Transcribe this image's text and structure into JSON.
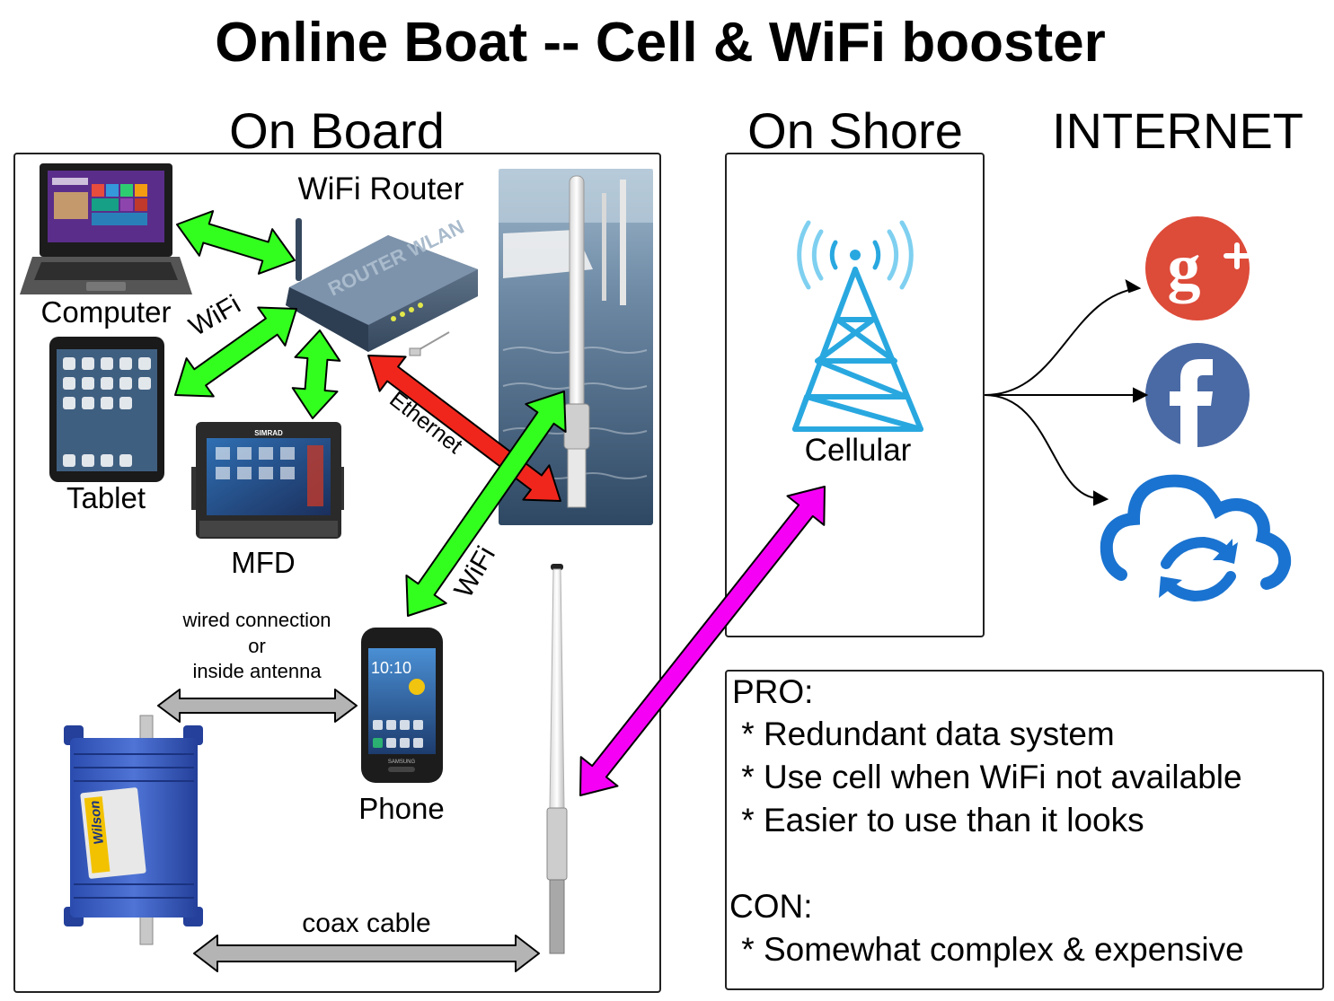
{
  "title": "Online Boat -- Cell & WiFi booster",
  "sections": {
    "on_board": "On Board",
    "on_shore": "On Shore",
    "internet": "INTERNET"
  },
  "nodes": {
    "computer": "Computer",
    "tablet": "Tablet",
    "mfd": "MFD",
    "router": "WiFi Router",
    "phone": "Phone",
    "cellular": "Cellular"
  },
  "device_text": {
    "router_brand": "ROUTER WLAN",
    "mfd_brand": "SIMRAD",
    "amp_brand": "Wilson",
    "phone_time": "10:10",
    "phone_brand": "SAMSUNG"
  },
  "edges": {
    "wifi_router": "WiFi",
    "ethernet": "Ethernet",
    "wifi_antenna": "WiFi",
    "wired_line1": "wired connection",
    "wired_line2": "or",
    "wired_line3": "inside antenna",
    "coax": "coax cable"
  },
  "pro_con": {
    "pro_heading": "PRO:",
    "pros": [
      " * Redundant data system",
      " * Use cell when WiFi not available",
      " * Easier to use than it looks"
    ],
    "con_heading": "CON:",
    "cons": [
      " * Somewhat complex & expensive"
    ]
  },
  "colors": {
    "wifi_arrow": "#33ff1f",
    "ethernet_arrow": "#f0261c",
    "cell_arrow": "#f500f5",
    "wired_arrow": "#b4b4b4",
    "tower": "#29a8e0",
    "google_plus": "#dd4b39",
    "facebook": "#4a6aa5",
    "cloud": "#1a73d0"
  },
  "icons": {
    "google": "google-plus-icon",
    "facebook": "facebook-icon",
    "cloud": "cloud-sync-icon",
    "tower": "cell-tower-icon"
  }
}
